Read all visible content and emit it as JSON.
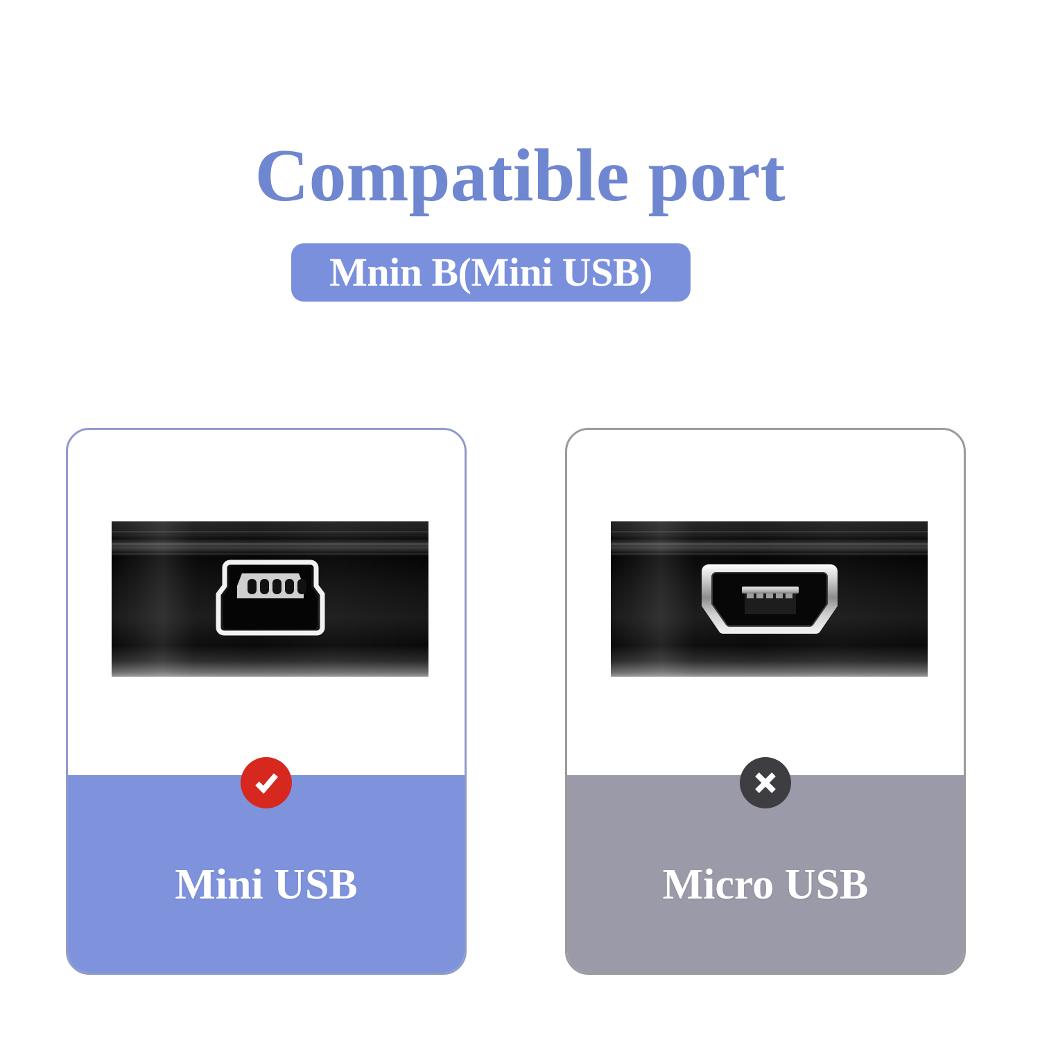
{
  "page": {
    "background_color": "#ffffff",
    "title": "Compatible port",
    "title_color": "#6f86d0",
    "subtitle_badge": {
      "label": "Mnin B(Mini USB)",
      "background_color": "#7b90dc",
      "text_color": "#ffffff"
    }
  },
  "cards": [
    {
      "id": "mini",
      "label": "Mini USB",
      "status": "compatible",
      "status_icon": "check-circle-icon",
      "status_icon_color": "#d6281f",
      "band_color": "#7f93dd",
      "border_color": "#8f9bc9",
      "port_image_alt": "mini-usb-port-photo",
      "port_pin_count": 5
    },
    {
      "id": "micro",
      "label": "Micro USB",
      "status": "not-compatible",
      "status_icon": "cross-circle-icon",
      "status_icon_color": "#3d3d42",
      "band_color": "#9b9aa8",
      "border_color": "#9b9b9b",
      "port_image_alt": "micro-usb-port-photo",
      "port_pin_count": 5
    }
  ]
}
